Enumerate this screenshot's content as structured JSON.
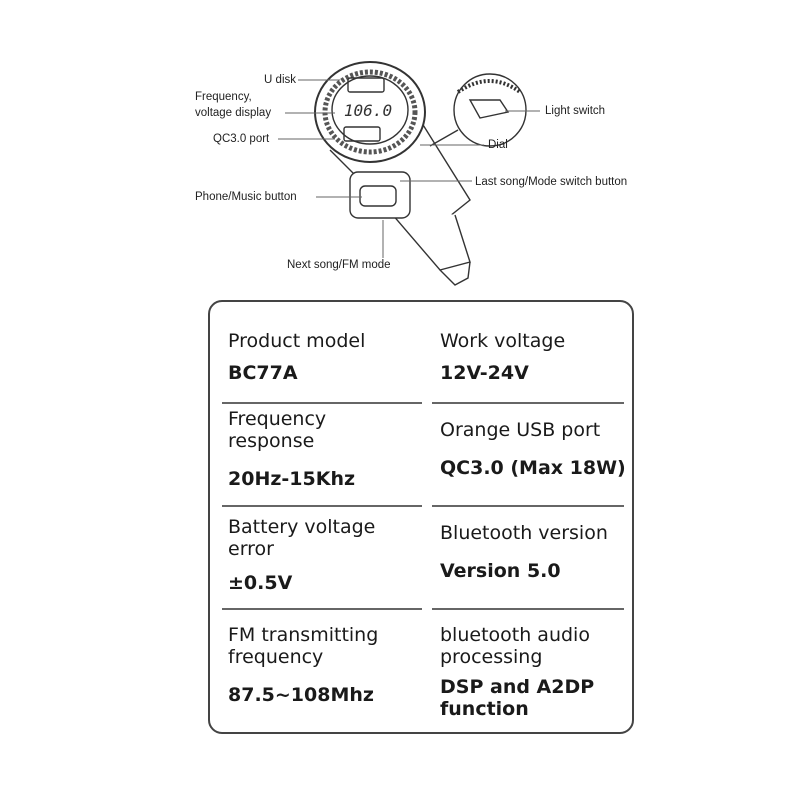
{
  "diagram": {
    "display_reading": "106.0",
    "callouts": {
      "u_disk": "U disk",
      "freq_display_line1": "Frequency,",
      "freq_display_line2": "voltage display",
      "qc_port": "QC3.0 port",
      "phone_music": "Phone/Music button",
      "next_song": "Next song/FM mode",
      "light_switch": "Light switch",
      "dial": "Dial",
      "last_song": "Last song/Mode switch button"
    }
  },
  "specs": [
    {
      "label": "Product model",
      "value": "BC77A"
    },
    {
      "label": "Work voltage",
      "value": "12V-24V"
    },
    {
      "label": "Frequency response",
      "value": "20Hz-15Khz"
    },
    {
      "label": "Orange USB port",
      "value": "QC3.0 (Max 18W)"
    },
    {
      "label": "Battery voltage error",
      "value": "±0.5V"
    },
    {
      "label": "Bluetooth version",
      "value": "Version 5.0"
    },
    {
      "label": "FM transmitting frequency",
      "value": "87.5~108Mhz"
    },
    {
      "label": "bluetooth audio processing",
      "value": "DSP and A2DP function"
    }
  ]
}
